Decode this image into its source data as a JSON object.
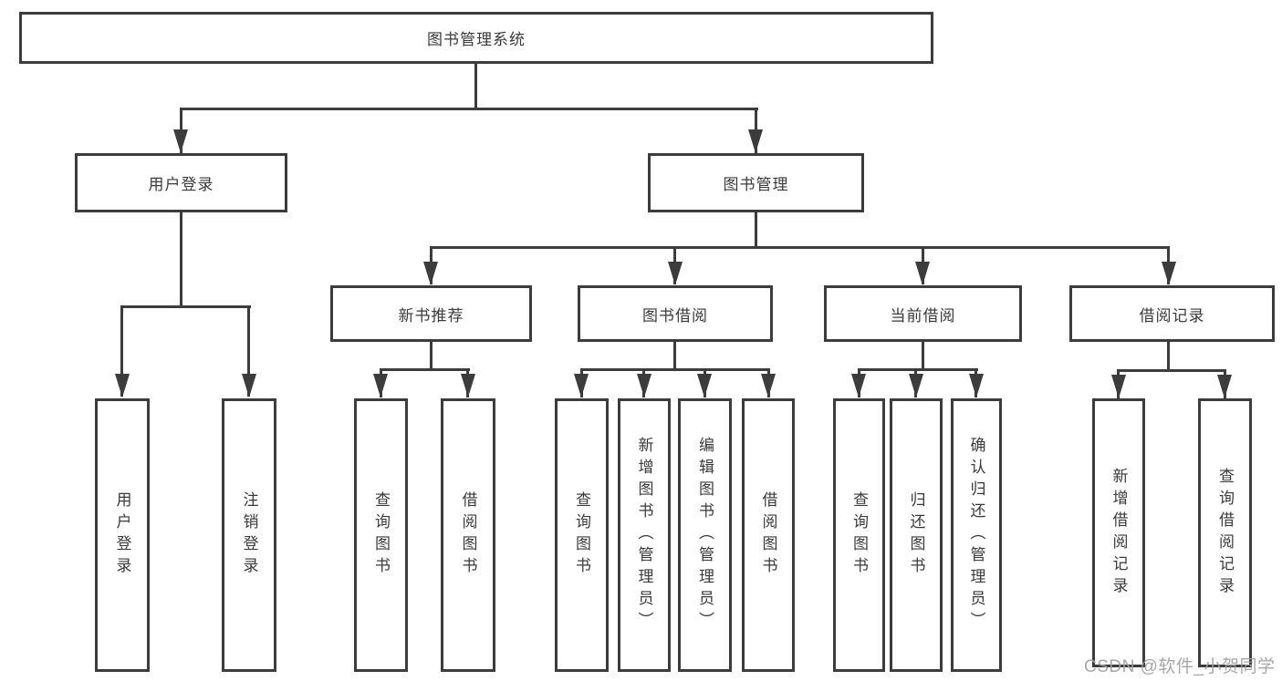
{
  "tree": {
    "root": {
      "label": "图书管理系统",
      "children": [
        {
          "label": "用户登录",
          "children": [
            {
              "label": "用户登录"
            },
            {
              "label": "注销登录"
            }
          ]
        },
        {
          "label": "图书管理",
          "children": [
            {
              "label": "新书推荐",
              "children": [
                {
                  "label": "查询图书"
                },
                {
                  "label": "借阅图书"
                }
              ]
            },
            {
              "label": "图书借阅",
              "children": [
                {
                  "label": "查询图书"
                },
                {
                  "label": "新增图书（管理员）"
                },
                {
                  "label": "编辑图书（管理员）"
                },
                {
                  "label": "借阅图书"
                }
              ]
            },
            {
              "label": "当前借阅",
              "children": [
                {
                  "label": "查询图书"
                },
                {
                  "label": "归还图书"
                },
                {
                  "label": "确认归还（管理员）"
                }
              ]
            },
            {
              "label": "借阅记录",
              "children": [
                {
                  "label": "新增借阅记录"
                },
                {
                  "label": "查询借阅记录"
                }
              ]
            }
          ]
        }
      ]
    }
  },
  "watermark": {
    "text": "CSDN @软件_小贺同学"
  },
  "colors": {
    "line": "#3c3c3c",
    "text": "#3a3a3a",
    "watermark": "#a0a0a0",
    "background": "#ffffff"
  }
}
